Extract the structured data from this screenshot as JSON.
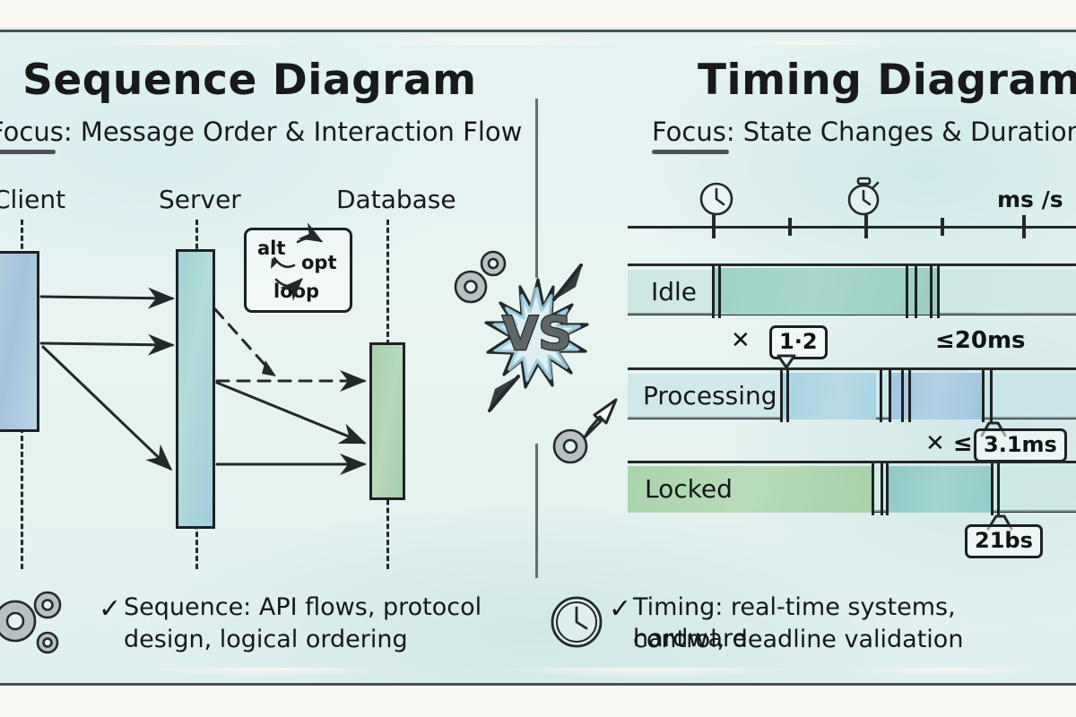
{
  "left_panel": {
    "title": "Sequence Diagram",
    "subtitle": "Focus: Message Order & Interaction Flow",
    "lifelines": [
      {
        "name": "Client",
        "color": "#a8c7dd"
      },
      {
        "name": "Server",
        "color": "#a9d6d6"
      },
      {
        "name": "Database",
        "color": "#a8cfae"
      }
    ],
    "fragment_box": {
      "alt": "alt",
      "opt": "opt",
      "loop": "loop"
    },
    "caption": {
      "check": "✓",
      "line1": "Sequence: API flows, protocol",
      "line2": "design, logical ordering"
    }
  },
  "center": {
    "badge_text": "VS"
  },
  "right_panel": {
    "title": "Timing Diagram",
    "subtitle": "Focus: State Changes & Duration",
    "axis_unit": "ms /s",
    "rows": [
      {
        "label": "Idle",
        "color": "#9ed2c6"
      },
      {
        "label": "Processing",
        "color": "#a8d3e2"
      },
      {
        "label": "Locked",
        "color": "#a9d4ab"
      }
    ],
    "annotations": {
      "cross1": "✕",
      "callout1": "1·2",
      "duration1": "≤20ms",
      "cross2": "✕ ≤",
      "callout2": "3.1ms",
      "callout3": "21bs"
    },
    "caption": {
      "check": "✓",
      "line1": "Timing: real-time systems, hardware",
      "line2": "control, deadline validation"
    }
  },
  "icons": {
    "clock_top": "clock-icon",
    "stopwatch": "stopwatch-icon",
    "gear": "gear-icon",
    "arrow": "arrow-icon",
    "clock_caption": "clock-icon"
  },
  "colors": {
    "paper": "#e4f2f2",
    "ink": "#23282a",
    "client": "#a8c7dd",
    "server": "#a9d6d6",
    "database": "#a8cfae",
    "idle": "#9ed2c6",
    "processing": "#a8d3e2",
    "locked": "#a9d4ab"
  }
}
